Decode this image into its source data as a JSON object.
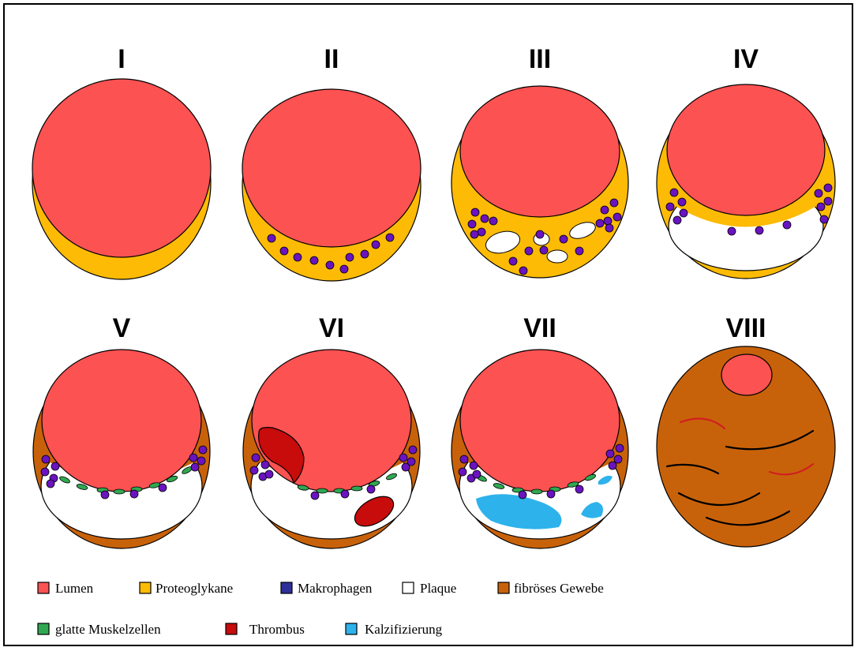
{
  "diagram": {
    "stages": [
      "I",
      "II",
      "III",
      "IV",
      "V",
      "VI",
      "VII",
      "VIII"
    ]
  },
  "legend": [
    {
      "label": "Lumen",
      "color": "#fd5252"
    },
    {
      "label": "Proteoglykane",
      "color": "#fdbb05"
    },
    {
      "label": "Makrophagen",
      "color": "#2f2f9a"
    },
    {
      "label": "Plaque",
      "color": "#ffffff"
    },
    {
      "label": "fibröses Gewebe",
      "color": "#c8620a"
    },
    {
      "label": "glatte Muskelzellen",
      "color": "#30a852"
    },
    {
      "label": "Thrombus",
      "color": "#c80b0b"
    },
    {
      "label": "Kalzifizierung",
      "color": "#2db2ec"
    }
  ],
  "colors": {
    "lumen": "#fd5252",
    "proteoglycan": "#fdbb05",
    "macrophage": "#6a13c0",
    "plaque": "#ffffff",
    "fibrous": "#c8620a",
    "smooth_muscle": "#30a852",
    "thrombus": "#c80b0b",
    "calcification": "#2db2ec",
    "fibrous_line_red": "#d02020"
  }
}
